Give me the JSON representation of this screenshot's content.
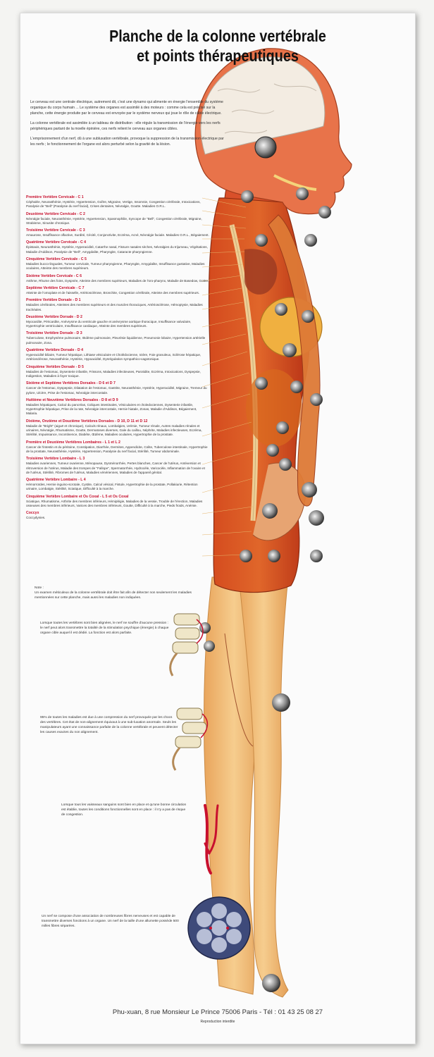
{
  "poster": {
    "title_line1": "Planche de la colonne vertébrale",
    "title_line2": "et points thérapeutiques",
    "intro": [
      "Le cerveau est une centrale électrique, autrement dit, c'est une dynamo qui alimente en énergie l'ensemble du système organique du corps humain ... Le système des organes est assimilé à des moteurs : comme cela est précisé sur la planche, cette énergie produite par le cerveau est envoyée par le système nerveux qui joue le rôle de câble électrique.",
      "La colonne vertébrale est assimilée à un tableau de distribution : elle régule la transmission de l'énergie vers les nerfs périphériques partant de la moelle épinière, ces nerfs relient le cerveau aux organes cibles.",
      "L'emprisonnement d'un nerf, dû à une subluxation vertébrale, provoque la suppression de la transmission électrique par les nerfs ; le fonctionnement de l'organe est alors perturbé selon la gravité de la lésion."
    ],
    "sections": [
      {
        "title": "Première Vertèbre Cervicale - C 1",
        "body": "Céphalée, Neurasthénie, Hystérie, Hypertension, Goître, Migraine, Vertige, Insomnie, Congestion cérébrale, Intoxications, Paralysie de \"Bell\" (Paralysie du nerf facial), Crises dentaires, Névralgie, Goutte. Maladies O.R.L."
      },
      {
        "title": "Deuxième Vertèbre Cervicale - C 2",
        "body": "Névralgie faciale, Neurasthénie, Hystérie, Hypertension, Spasmophilie, Syncope de \"Bell\", Congestion cérébrale, Migraine, Strabisme, Sinusite chronique."
      },
      {
        "title": "Troisième Vertèbre Cervicale - C 3",
        "body": "Amaurose, Insuffisance olfactive, Surdité, Cécité, Conjonctivite, Eczéma, Acné, Névralgie faciale. Maladies O.R.L., Bégaiement."
      },
      {
        "title": "Quatrième Vertèbre Cervicale - C 4",
        "body": "Épistaxis, Neurasthénie, Hystérie, Hyperacidité, Catarrhe nasal, Fissure nasales sèches, Névralgies du trijumeau, Végétations, Maladie d'Addison, Paralysie de \"Bell\", Amygdalite, Pharyngite, Cataracte pharyngienne."
      },
      {
        "title": "Cinquième Vertèbre Cervicale - C 5",
        "body": "Maladies bucco-linguales, Tumeur cervicale, Tumeur pharyngienne, Pharyngite, Amygdalite, Insuffisance gustative, Maladies oculaires, Atteinte des membres supérieurs."
      },
      {
        "title": "Sixième Vertèbre Cervicale - C 6",
        "body": "Asthme, Rhume des foins, Dyspnée, Atteinte des membres supérieurs, Maladies de l'oro-pharynx, Maladie de Basedow, Goitre."
      },
      {
        "title": "Septième Vertèbre Cervicale - C 7",
        "body": "Atteinte de l'omoplate et de l'aisselle, Artériosclérose, Bronchite, Congestion cérébrale, Atteinte des membres supérieurs."
      },
      {
        "title": "Première Vertèbre Dorsale - D 1",
        "body": "Maladies cérébrales, Atteintes des membres supérieurs et des muscles thoraciques, Artériosclérose, Hémoptysie, Maladies trachéales."
      },
      {
        "title": "Deuxième Vertèbre Dorsale - D 2",
        "body": "Myocardite, Péricardite, Anévrysme du ventricule gauche et anévrysme aortique thoracique, Insuffisance valvulaire, Hypertrophie ventriculaire, Insuffisance cardiaque, Atteinte des membres supérieurs."
      },
      {
        "title": "Troisième Vertèbre Dorsale - D 3",
        "body": "Tuberculose, Emphysème pulmonaire, Œdème pulmonaire, Pleurésie liquidienne, Pneumonie lobaire, Hypertension artérielle pulmonaire, Zona."
      },
      {
        "title": "Quatrième Vertèbre Dorsale - D 4",
        "body": "Hyperacidité biliaire, Tumeur hépatique, Lithiase vésiculaire et Cholédocienne, Ictère, Foie granuleux, Sclérose hépatique, Artériosclérose, Neurasthénie, Hystérie, Hypoacidité, Dysrégulation sympathico-vagotonique."
      },
      {
        "title": "Cinquième Vertèbre Dorsale - D 5",
        "body": "Maladies de l'estomac, Dysenterie infantile, Frissons, Maladies infectieuses, Parotidite, Eczéma, Intoxications, Dyspepsie, Indigestion, Maladies à foyer toxique."
      },
      {
        "title": "Sixième et Septième Vertèbres Dorsales - D 6 et D 7",
        "body": "Cancer de l'estomac, Dyspepsie, Dilatation de l'estomac, Gastrite, Neurasthénie, Hystérie, Hyperacidité, Migraine, Tremeur du pylore, Ulcère, Prise de l'estomac, Névralgie intercostale."
      },
      {
        "title": "Huitième et Neuvième Vertèbres Dorsales - D 8 et D 9",
        "body": "Maladies hépatiques, Calcul du pancréas, Coliques intestinales, Vésiculaires et choledociennes, Dysenterie infantile, Hypertrophie hépatique, Prise de la rate, Névralgie intercostale, Hernie hiatale, Zonas, Maladie d'Addison, Bégaiement, Malaria."
      },
      {
        "title": "Dixième, Onzième et Douzième Vertèbres Dorsales - D 10, D 11 et D 12",
        "body": "Maladie de \"Bright\" (aiguë et chronique), Calculs rénaux, Lombalgies, Urémie, Tumeur rénale, Autres maladies rénales et urinaires, Névralgie, Rhumatisme, Goutte, Dermatoses diverses, Gale du caillou, Néphrite, Maladies infectieuses, Eczéma, Stérilité, Impuissance, Incontinence, Diabète, Œdème, Maladies oculaires, Hypertrophie de la prostate."
      },
      {
        "title": "Première et Deuxième Vertèbres Lombaires - L 1 et L 2",
        "body": "Cancer de l'intestin et du péritoine, Constipation, Diarrhée, Dermites, Appendicite, Colite, Tuberculose intestinale, Hypertrophie de la prostate, Neurasthénie, Hystérie, Hypertension, Paralysie du nerf facial, Stérilité, Tumeur abdominale."
      },
      {
        "title": "Troisième Vertèbre Lombaire - L 3",
        "body": "Maladies ovariennes, Tumeur ovarienne, Ménopause, Dysménorrhée, Pertes blanches, Cancer de l'utérus, Antéversion et rétroversion de l'utérus, Maladie des trompes de \"Fallope\", Spermatorrhée, Hydrocèle, Varicocèle, Inflammation de l'ovaire et de l'utérus, Stérilité, Fibromes de l'utérus, Maladies vénériennes, Maladies de l'appareil génital."
      },
      {
        "title": "Quatrième Vertèbre Lombaire - L 4",
        "body": "Hémorroïdes, Hernie inguino-scrotale, Cystite, Calcul vésical, Fistule, Hypertrophie de la prostate, Pollakiurie, Rétention urinaire, Lombalgie, Stérilité, Sciatique, Difficulté à la marche."
      },
      {
        "title": "Cinquième Vertèbre Lombaire et Os Coxal - L 5 et Os Coxal",
        "body": "Sciatique, Rhumatisme, Arthrite des membres inférieurs, Hémiplégie, Maladies de la vessie, Trouble de l'érection, Maladies osseuses des membres inférieurs, Varices des membres inférieurs, Goutte, Difficulté à la marche, Pieds froids, Anémie."
      },
      {
        "title": "Coccyx",
        "body": "Coccydynies."
      }
    ],
    "note_title": "Note :",
    "note": "Un examen méticuleux de la colonne vertébrale doit être fait afin de détecter non seulement les maladies mentionnées sur cette planche, mais aussi les maladies non indiquées.",
    "vertebra1_text": "Lorsque toutes les vertèbres sont bien alignées, le nerf ne souffre d'aucune pression : le nerf peut alors transmettre la totalité de la stimulation psychique (énergie) à chaque organe cible auquel il est dédié. La fonction est alors parfaite.",
    "vertebra2_text": "95% de toutes les maladies est due à une compression du nerf provoquée par les chocs des vertèbres. Cet état de non-alignement équivaut à une sub-luxation anormale. Seuls les manipulateurs ayant une connaissance parfaite de la colonne vertébrale et peuvent détecter les causes exactes du non alignement.",
    "vessel_text": "Lorsque tous les vaisseaux sanguins sont bien en place et qu'une bonne circulation est établie, toutes les conditions fonctionnelles sont en place : il n'y a pas de risque de congestion.",
    "nerf_text": "Un nerf se compose d'une association de nombreuses fibres nerveuses et est capable de transmettre diverses fonctions à un organe. Un nerf de la taille d'une allumette possède 500 milles fibres séparées.",
    "footer": "Phu-xuan, 8 rue Monsieur Le Prince 75006 Paris - Tél : 01 43 25 08 27",
    "footer_sub": "Reproduction interdite"
  },
  "colors": {
    "accent_red": "#c8102e",
    "skin": "#f2c27e",
    "organ_red": "#c0321a",
    "background": "#fbfbfb"
  }
}
